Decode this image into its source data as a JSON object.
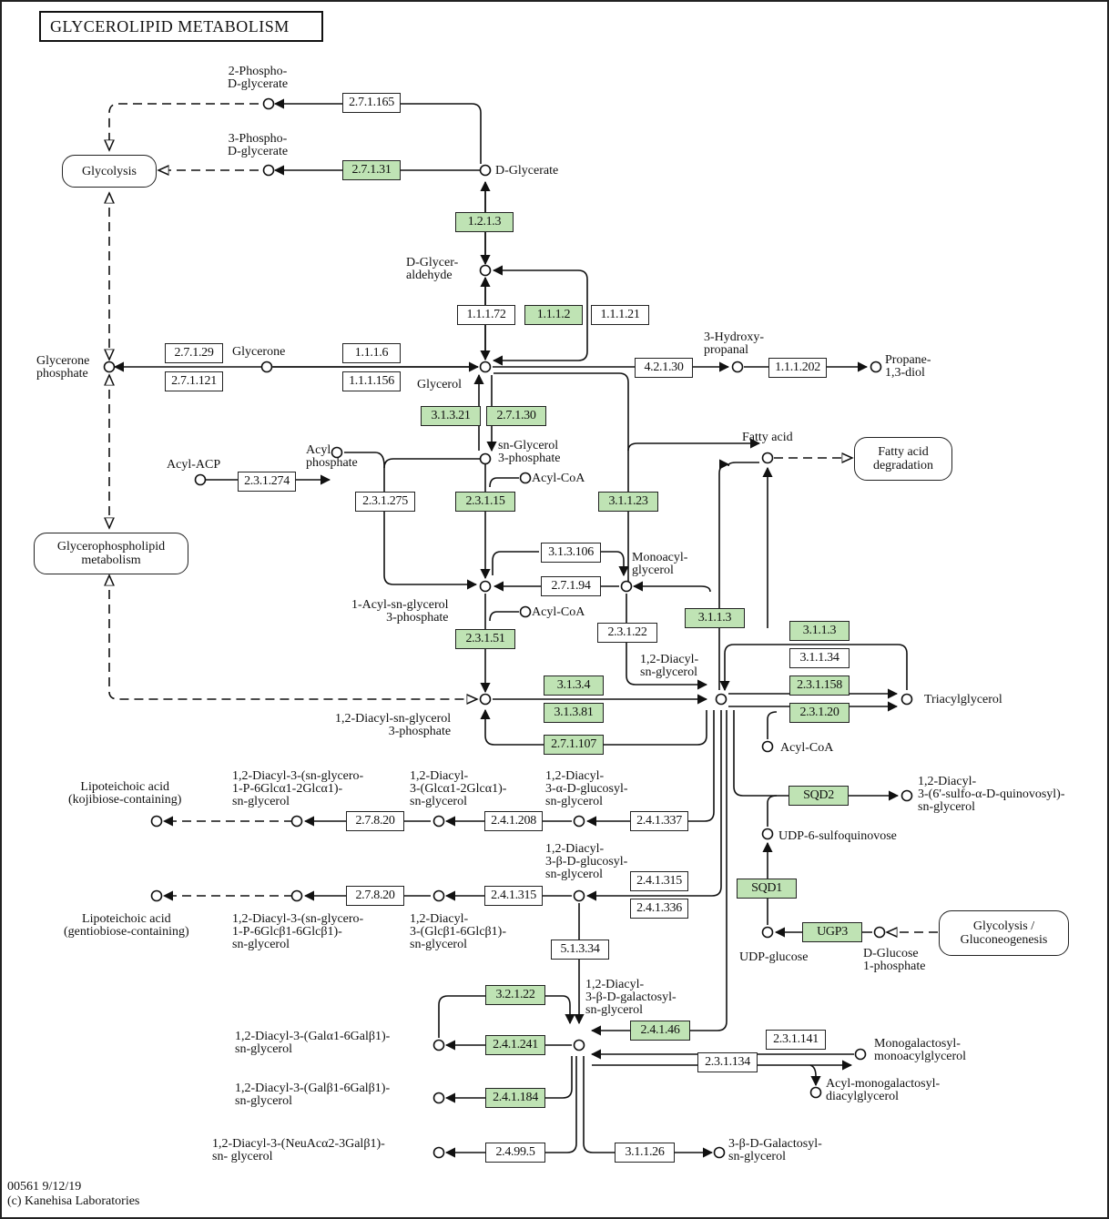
{
  "title": "GLYCEROLIPID METABOLISM",
  "colors": {
    "highlight": "#bfe3b4",
    "line": "#222222",
    "background": "#ffffff"
  },
  "pathway_links": {
    "glycolysis": "Glycolysis",
    "glycerophospholipid": "Glycerophospholipid\nmetabolism",
    "fatty_acid_degradation": "Fatty acid\ndegradation",
    "glycolysis_gluconeogenesis": "Glycolysis /\nGluconeogenesis"
  },
  "compounds": {
    "phospho2": "2-Phospho-\nD-glycerate",
    "phospho3": "3-Phospho-\nD-glycerate",
    "d_glycerate": "D-Glycerate",
    "d_glyceraldehyde": "D-Glycer-\naldehyde",
    "glycerone_phosphate": "Glycerone\nphosphate",
    "glycerone": "Glycerone",
    "glycerol": "Glycerol",
    "hydroxypropanal": "3-Hydroxy-\npropanal",
    "propanediol": "Propane-\n1,3-diol",
    "sn_glycerol_3p": "sn-Glycerol\n3-phosphate",
    "acyl_acp": "Acyl-ACP",
    "acyl_phosphate": "Acyl\nphosphate",
    "acyl_coa_1": "Acyl-CoA",
    "fatty_acid": "Fatty acid",
    "monoacylglycerol": "Monoacyl-\nglycerol",
    "acyl_sn_glycerol_3p": "1-Acyl-sn-glycerol\n3-phosphate",
    "acyl_coa_2": "Acyl-CoA",
    "diacylglycerol": "1,2-Diacyl-\nsn-glycerol",
    "diacyl_glycerol_3p": "1,2-Diacyl-sn-glycerol\n3-phosphate",
    "triacylglycerol": "Triacylglycerol",
    "acyl_coa_3": "Acyl-CoA",
    "sulfoquinovosyl": "1,2-Diacyl-\n3-(6'-sulfo-α-D-quinovosyl)-\nsn-glycerol",
    "udp_sulfoquinovose": "UDP-6-sulfoquinovose",
    "udp_glucose": "UDP-glucose",
    "glucose_1p": "D-Glucose\n1-phosphate",
    "lta_kojibiose": "Lipoteichoic acid\n(kojibiose-containing)",
    "dg_snglycero_kojibiose": "1,2-Diacyl-3-(sn-glycero-\n1-P-6Glcα1-2Glcα1)-\nsn-glycerol",
    "dg_glca_glca": "1,2-Diacyl-\n3-(Glcα1-2Glcα1)-\nsn-glycerol",
    "dg_a_glucosyl": "1,2-Diacyl-\n3-α-D-glucosyl-\nsn-glycerol",
    "dg_b_glucosyl": "1,2-Diacyl-\n3-β-D-glucosyl-\nsn-glycerol",
    "lta_gentiobiose": "Lipoteichoic acid\n(gentiobiose-containing)",
    "dg_snglycero_gentiobiose": "1,2-Diacyl-3-(sn-glycero-\n1-P-6Glcβ1-6Glcβ1)-\nsn-glycerol",
    "dg_glcb_glcb": "1,2-Diacyl-\n3-(Glcβ1-6Glcβ1)-\nsn-glycerol",
    "dg_b_galactosyl": "1,2-Diacyl-\n3-β-D-galactosyl-\nsn-glycerol",
    "dg_gala_galb": "1,2-Diacyl-3-(Galα1-6Galβ1)-\nsn-glycerol",
    "dg_galb_galb": "1,2-Diacyl-3-(Galβ1-6Galβ1)-\nsn-glycerol",
    "dg_neuac": "1,2-Diacyl-3-(NeuAcα2-3Galβ1)-\nsn- glycerol",
    "mgmg": "Monogalactosyl-\nmonoacylglycerol",
    "acyl_mgdg": "Acyl-monogalactosyl-\ndiacylglycerol",
    "galactosyl_glycerol": "3-β-D-Galactosyl-\nsn-glycerol"
  },
  "enzymes": [
    {
      "id": "e1",
      "label": "2.7.1.165",
      "highlighted": false
    },
    {
      "id": "e2",
      "label": "2.7.1.31",
      "highlighted": true
    },
    {
      "id": "e3",
      "label": "1.2.1.3",
      "highlighted": true
    },
    {
      "id": "e4",
      "label": "1.1.1.72",
      "highlighted": false
    },
    {
      "id": "e5",
      "label": "1.1.1.2",
      "highlighted": true
    },
    {
      "id": "e6",
      "label": "1.1.1.21",
      "highlighted": false
    },
    {
      "id": "e7",
      "label": "2.7.1.29",
      "highlighted": false
    },
    {
      "id": "e8",
      "label": "2.7.1.121",
      "highlighted": false
    },
    {
      "id": "e9",
      "label": "1.1.1.6",
      "highlighted": false
    },
    {
      "id": "e10",
      "label": "1.1.1.156",
      "highlighted": false
    },
    {
      "id": "e11",
      "label": "4.2.1.30",
      "highlighted": false
    },
    {
      "id": "e12",
      "label": "1.1.1.202",
      "highlighted": false
    },
    {
      "id": "e13",
      "label": "3.1.3.21",
      "highlighted": true
    },
    {
      "id": "e14",
      "label": "2.7.1.30",
      "highlighted": true
    },
    {
      "id": "e15",
      "label": "2.3.1.274",
      "highlighted": false
    },
    {
      "id": "e16",
      "label": "2.3.1.275",
      "highlighted": false
    },
    {
      "id": "e17",
      "label": "2.3.1.15",
      "highlighted": true
    },
    {
      "id": "e18",
      "label": "3.1.1.23",
      "highlighted": true
    },
    {
      "id": "e19",
      "label": "3.1.3.106",
      "highlighted": false
    },
    {
      "id": "e20",
      "label": "2.7.1.94",
      "highlighted": false
    },
    {
      "id": "e21",
      "label": "2.3.1.22",
      "highlighted": false
    },
    {
      "id": "e22",
      "label": "3.1.1.3",
      "highlighted": true
    },
    {
      "id": "e23",
      "label": "2.3.1.51",
      "highlighted": true
    },
    {
      "id": "e24",
      "label": "3.1.3.4",
      "highlighted": true
    },
    {
      "id": "e25",
      "label": "3.1.3.81",
      "highlighted": true
    },
    {
      "id": "e26",
      "label": "2.7.1.107",
      "highlighted": true
    },
    {
      "id": "e27",
      "label": "3.1.1.3",
      "highlighted": true
    },
    {
      "id": "e28",
      "label": "3.1.1.34",
      "highlighted": false
    },
    {
      "id": "e29",
      "label": "2.3.1.158",
      "highlighted": true
    },
    {
      "id": "e30",
      "label": "2.3.1.20",
      "highlighted": true
    },
    {
      "id": "e31",
      "label": "SQD2",
      "highlighted": true
    },
    {
      "id": "e32",
      "label": "SQD1",
      "highlighted": true
    },
    {
      "id": "e33",
      "label": "UGP3",
      "highlighted": true
    },
    {
      "id": "e34",
      "label": "2.7.8.20",
      "highlighted": false
    },
    {
      "id": "e35",
      "label": "2.4.1.208",
      "highlighted": false
    },
    {
      "id": "e36",
      "label": "2.4.1.337",
      "highlighted": false
    },
    {
      "id": "e37",
      "label": "2.7.8.20",
      "highlighted": false
    },
    {
      "id": "e38",
      "label": "2.4.1.315",
      "highlighted": false
    },
    {
      "id": "e39",
      "label": "2.4.1.315",
      "highlighted": false
    },
    {
      "id": "e40",
      "label": "2.4.1.336",
      "highlighted": false
    },
    {
      "id": "e41",
      "label": "5.1.3.34",
      "highlighted": false
    },
    {
      "id": "e42",
      "label": "3.2.1.22",
      "highlighted": true
    },
    {
      "id": "e43",
      "label": "2.4.1.241",
      "highlighted": true
    },
    {
      "id": "e44",
      "label": "2.4.1.184",
      "highlighted": true
    },
    {
      "id": "e45",
      "label": "2.4.99.5",
      "highlighted": false
    },
    {
      "id": "e46",
      "label": "2.4.1.46",
      "highlighted": true
    },
    {
      "id": "e47",
      "label": "2.3.1.141",
      "highlighted": false
    },
    {
      "id": "e48",
      "label": "2.3.1.134",
      "highlighted": false
    },
    {
      "id": "e49",
      "label": "3.1.1.26",
      "highlighted": false
    }
  ],
  "footer": {
    "map_id": "00561 9/12/19",
    "copyright": "(c) Kanehisa Laboratories"
  }
}
